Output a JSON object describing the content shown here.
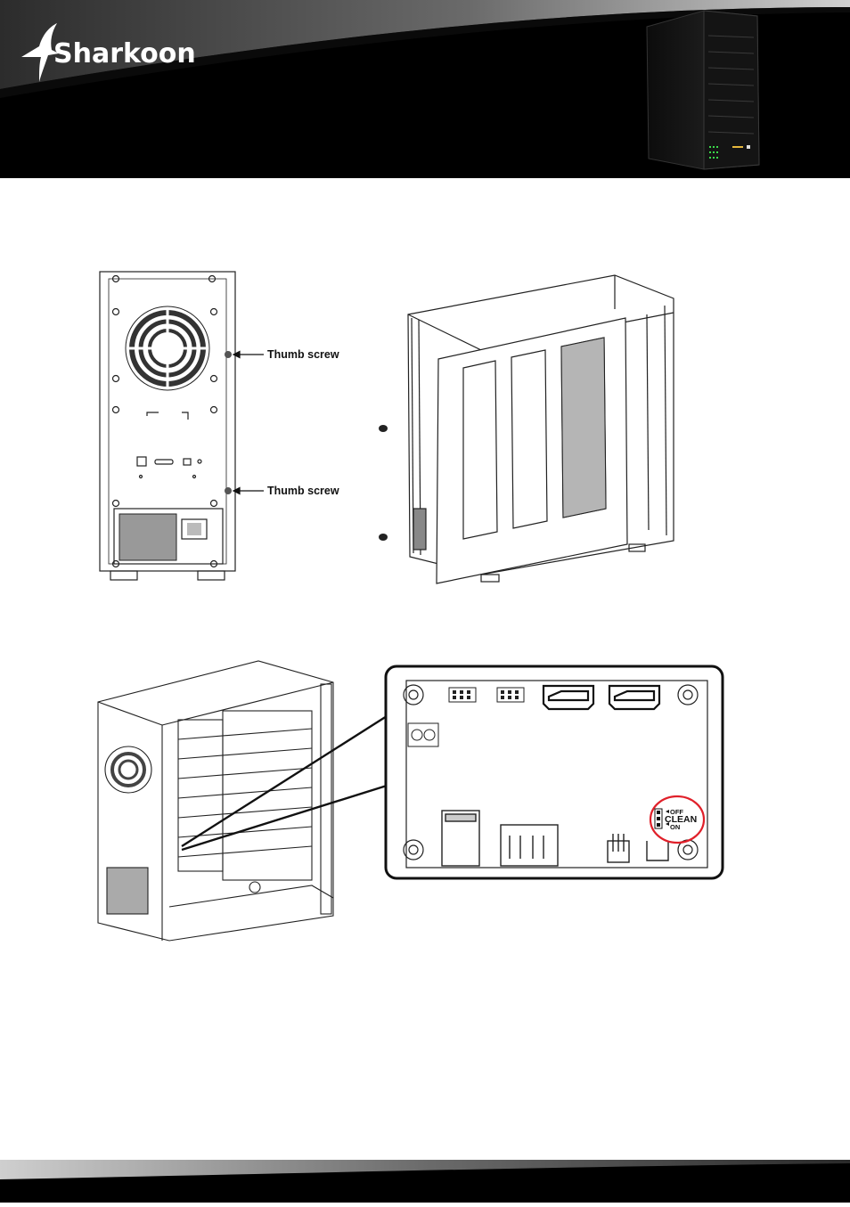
{
  "brand": {
    "name": "Sharkoon"
  },
  "figure_top": {
    "callouts": [
      "Thumb screw",
      "Thumb screw"
    ]
  },
  "figure_bottom": {
    "jumper": {
      "off": "OFF",
      "title": "CLEAN",
      "on": "ON"
    },
    "highlight_color": "#e0202a"
  },
  "colors": {
    "header_bg": "#000000",
    "footer_bg": "#1a1a1a"
  }
}
